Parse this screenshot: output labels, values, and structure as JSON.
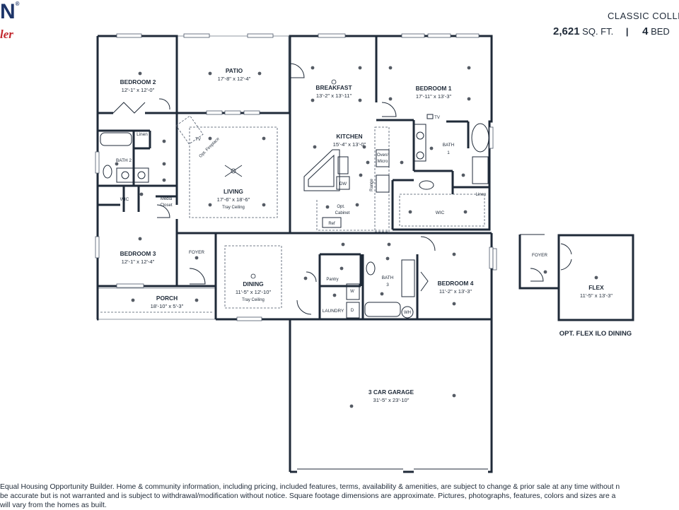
{
  "header": {
    "logo_text": "N",
    "logo_mark": "®",
    "logo_sub": "ler",
    "collection": "CLASSIC COLLE",
    "sqft_value": "2,621",
    "sqft_unit": "SQ. FT.",
    "separator": "|",
    "beds_value": "4",
    "beds_unit": "BED"
  },
  "rooms": {
    "bedroom2": {
      "name": "BEDROOM 2",
      "size": "12'-1\" x 12'-0\""
    },
    "patio": {
      "name": "PATIO",
      "size": "17'-8\" x 12'-4\""
    },
    "breakfast": {
      "name": "BREAKFAST",
      "size": "13'-2\" x 13'-11\""
    },
    "bedroom1": {
      "name": "BEDROOM 1",
      "size": "17'-11\" x 13'-3\""
    },
    "kitchen": {
      "name": "KITCHEN",
      "size": "15'-4\" x 13'-0\""
    },
    "bath1": {
      "name": "BATH",
      "num": "1"
    },
    "bath2": {
      "name": "BATH 2"
    },
    "living": {
      "name": "LIVING",
      "size": "17'-6\" x 18'-6\"",
      "note": "Tray Ceiling"
    },
    "bedroom3": {
      "name": "BEDROOM 3",
      "size": "12'-1\" x 12'-4\""
    },
    "foyer": {
      "name": "FOYER"
    },
    "dining": {
      "name": "DINING",
      "size": "11'-5\" x 12'-10\"",
      "note": "Tray Ceiling"
    },
    "porch": {
      "name": "PORCH",
      "size": "18'-10\" x 5'-3\""
    },
    "bath3": {
      "name": "BATH",
      "num": "3"
    },
    "bedroom4": {
      "name": "BEDROOM 4",
      "size": "11'-2\" x 13'-3\""
    },
    "garage": {
      "name": "3 CAR GARAGE",
      "size": "31'-5\" x 23'-10\""
    },
    "flex": {
      "name": "FLEX",
      "size": "11'-5\" x 13'-3\""
    },
    "flex_foyer": {
      "name": "FOYER"
    }
  },
  "labels": {
    "linen": "Linen",
    "wic": "WIC",
    "media1": "Media",
    "media2": "Closet",
    "tv": "TV",
    "opt_fireplace": "Opt. Fireplace",
    "oven1": "Oven/",
    "oven2": "Micro",
    "dw": "DW",
    "range": "Range",
    "opt": "Opt.",
    "cabinet": "Cabinet",
    "ref": "Ref",
    "pantry": "Pantry",
    "laundry": "LAUNDRY",
    "w": "W",
    "d": "D",
    "wh": "WH"
  },
  "option_caption": "OPT. FLEX ILO DINING",
  "disclaimer": {
    "line1": "Equal Housing Opportunity Builder. Home & community information, including pricing, included features, terms, availability & amenities, are subject to change & prior sale at any time without n",
    "line2": "be accurate but is not warranted and is subject to withdrawal/modification without notice. Square footage dimensions are approximate. Pictures, photographs, features, colors and sizes are a",
    "line3": "will vary from the homes as built."
  }
}
